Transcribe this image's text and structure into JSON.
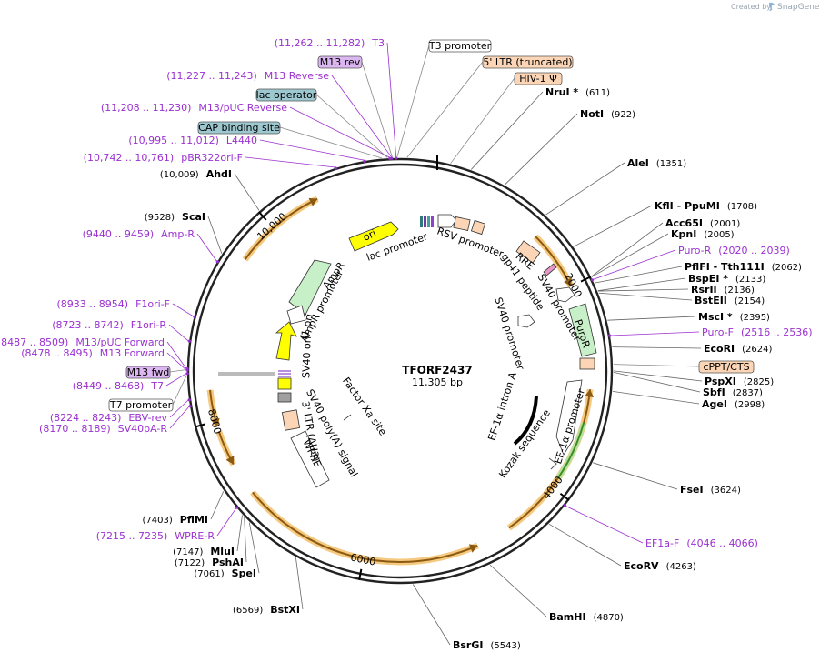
{
  "watermark": {
    "prefix": "Created by",
    "brand": "SnapGene"
  },
  "plasmid": {
    "name": "TFORF2437",
    "size": "11,305 bp",
    "length": 11305
  },
  "ticks": [
    {
      "label": "2000",
      "bp": 2000
    },
    {
      "label": "4000",
      "bp": 4000
    },
    {
      "label": "6000",
      "bp": 6000
    },
    {
      "label": "8000",
      "bp": 8000
    },
    {
      "label": "10,000",
      "bp": 10000
    }
  ],
  "enzymes": [
    {
      "name": "NruI *",
      "pos": "(611)",
      "bp": 611
    },
    {
      "name": "NotI",
      "pos": "(922)",
      "bp": 922
    },
    {
      "name": "AleI",
      "pos": "(1351)",
      "bp": 1351
    },
    {
      "name": "KflI - PpuMI",
      "pos": "(1708)",
      "bp": 1708
    },
    {
      "name": "Acc65I",
      "pos": "(2001)",
      "bp": 2001
    },
    {
      "name": "KpnI",
      "pos": "(2005)",
      "bp": 2005
    },
    {
      "name": "PflFI - Tth111I",
      "pos": "(2062)",
      "bp": 2062
    },
    {
      "name": "BspEI *",
      "pos": "(2133)",
      "bp": 2133
    },
    {
      "name": "RsrII",
      "pos": "(2136)",
      "bp": 2136
    },
    {
      "name": "BstEII",
      "pos": "(2154)",
      "bp": 2154
    },
    {
      "name": "MscI *",
      "pos": "(2395)",
      "bp": 2395
    },
    {
      "name": "EcoRI",
      "pos": "(2624)",
      "bp": 2624
    },
    {
      "name": "PspXI",
      "pos": "(2825)",
      "bp": 2825
    },
    {
      "name": "SbfI",
      "pos": "(2837)",
      "bp": 2837
    },
    {
      "name": "AgeI",
      "pos": "(2998)",
      "bp": 2998
    },
    {
      "name": "FseI",
      "pos": "(3624)",
      "bp": 3624
    },
    {
      "name": "EcoRV",
      "pos": "(4263)",
      "bp": 4263
    },
    {
      "name": "BamHI",
      "pos": "(4870)",
      "bp": 4870
    },
    {
      "name": "BsrGI",
      "pos": "(5543)",
      "bp": 5543
    },
    {
      "name": "BstXI",
      "pos": "(6569)",
      "bp": 6569
    },
    {
      "name": "SpeI",
      "pos": "(7061)",
      "bp": 7061
    },
    {
      "name": "PshAI",
      "pos": "(7122)",
      "bp": 7122
    },
    {
      "name": "MluI",
      "pos": "(7147)",
      "bp": 7147
    },
    {
      "name": "PflMI",
      "pos": "(7403)",
      "bp": 7403
    },
    {
      "name": "ScaI",
      "pos": "(9528)",
      "bp": 9528
    },
    {
      "name": "AhdI",
      "pos": "(10,009)",
      "bp": 10009
    }
  ],
  "primers": [
    {
      "name": "Puro-R",
      "pos": "(2020 .. 2039)",
      "bp": 2030
    },
    {
      "name": "Puro-F",
      "pos": "(2516 .. 2536)",
      "bp": 2526
    },
    {
      "name": "EF1a-F",
      "pos": "(4046 .. 4066)",
      "bp": 4056
    },
    {
      "name": "WPRE-R",
      "pos": "(7215 .. 7235)",
      "bp": 7225
    },
    {
      "name": "SV40pA-R",
      "pos": "(8170 .. 8189)",
      "bp": 8180
    },
    {
      "name": "EBV-rev",
      "pos": "(8224 .. 8243)",
      "bp": 8234
    },
    {
      "name": "T7",
      "pos": "(8449 .. 8468)",
      "bp": 8458
    },
    {
      "name": "M13 Forward",
      "pos": "(8478 .. 8495)",
      "bp": 8486
    },
    {
      "name": "M13/pUC Forward",
      "pos": "(8487 .. 8509)",
      "bp": 8498
    },
    {
      "name": "F1ori-R",
      "pos": "(8723 .. 8742)",
      "bp": 8732
    },
    {
      "name": "F1ori-F",
      "pos": "(8933 .. 8954)",
      "bp": 8944
    },
    {
      "name": "Amp-R",
      "pos": "(9440 .. 9459)",
      "bp": 9450
    },
    {
      "name": "pBR322ori-F",
      "pos": "(10,742 .. 10,761)",
      "bp": 10752
    },
    {
      "name": "L4440",
      "pos": "(10,995 .. 11,012)",
      "bp": 11004
    },
    {
      "name": "M13/pUC Reverse",
      "pos": "(11,208 .. 11,230)",
      "bp": 11219
    },
    {
      "name": "M13 Reverse",
      "pos": "(11,227 .. 11,243)",
      "bp": 11235
    },
    {
      "name": "T3",
      "pos": "(11,262 .. 11,282)",
      "bp": 11272
    }
  ],
  "boxed_labels": [
    {
      "name": "T3 promoter",
      "color": "#ffffff",
      "bp": 11280
    },
    {
      "name": "5' LTR (truncated)",
      "color": "#fbd5b5",
      "bp": 60
    },
    {
      "name": "HIV-1 Ψ",
      "color": "#fbd5b5",
      "bp": 430
    },
    {
      "name": "M13 rev",
      "color": "#dbb6f0",
      "bp": 11240
    },
    {
      "name": "lac operator",
      "color": "#9ec8cf",
      "bp": 11200
    },
    {
      "name": "CAP binding site",
      "color": "#9ec8cf",
      "bp": 11150
    },
    {
      "name": "cPPT/CTS",
      "color": "#fbd5b5",
      "bp": 2770
    },
    {
      "name": "M13 fwd",
      "color": "#dbb6f0",
      "bp": 8490
    },
    {
      "name": "T7 promoter",
      "color": "#ffffff",
      "bp": 8440
    }
  ],
  "features_inner": [
    {
      "name": "ori",
      "color": "#ffff00"
    },
    {
      "name": "lac promoter",
      "color": "#ffffff"
    },
    {
      "name": "RSV promoter",
      "color": "#ffffff"
    },
    {
      "name": "RRE",
      "color": "#fbd5b5"
    },
    {
      "name": "gp41 peptide",
      "color": "#e896c8"
    },
    {
      "name": "SV40 promoter",
      "color": "#ffffff"
    },
    {
      "name": "PuroR",
      "color": "#c8f0c8"
    },
    {
      "name": "SV40 promoter",
      "color": "#ffffff"
    },
    {
      "name": "EF-1α intron A",
      "color": "#000000"
    },
    {
      "name": "EF-1α promoter",
      "color": "#ffffff"
    },
    {
      "name": "Kozak sequence",
      "color": "#ffffff"
    },
    {
      "name": "AmpR",
      "color": "#c8f0c8"
    },
    {
      "name": "AmpR promoter",
      "color": "#ffffff"
    },
    {
      "name": "f1 ori",
      "color": "#ffff00"
    },
    {
      "name": "SV40 ori",
      "color": "#ffff00"
    },
    {
      "name": "Factor Xa site",
      "color": "#ffffff"
    },
    {
      "name": "SV40 poly(A) signal",
      "color": "#ffffff"
    },
    {
      "name": "3' LTR (ΔU3)",
      "color": "#fbd5b5"
    },
    {
      "name": "WPRE",
      "color": "#ffffff"
    }
  ],
  "colors": {
    "primer": "#9b30d0",
    "orf_arc": "#8b5a10",
    "orf_glow": "#f5c980",
    "backbone": "#222222"
  }
}
